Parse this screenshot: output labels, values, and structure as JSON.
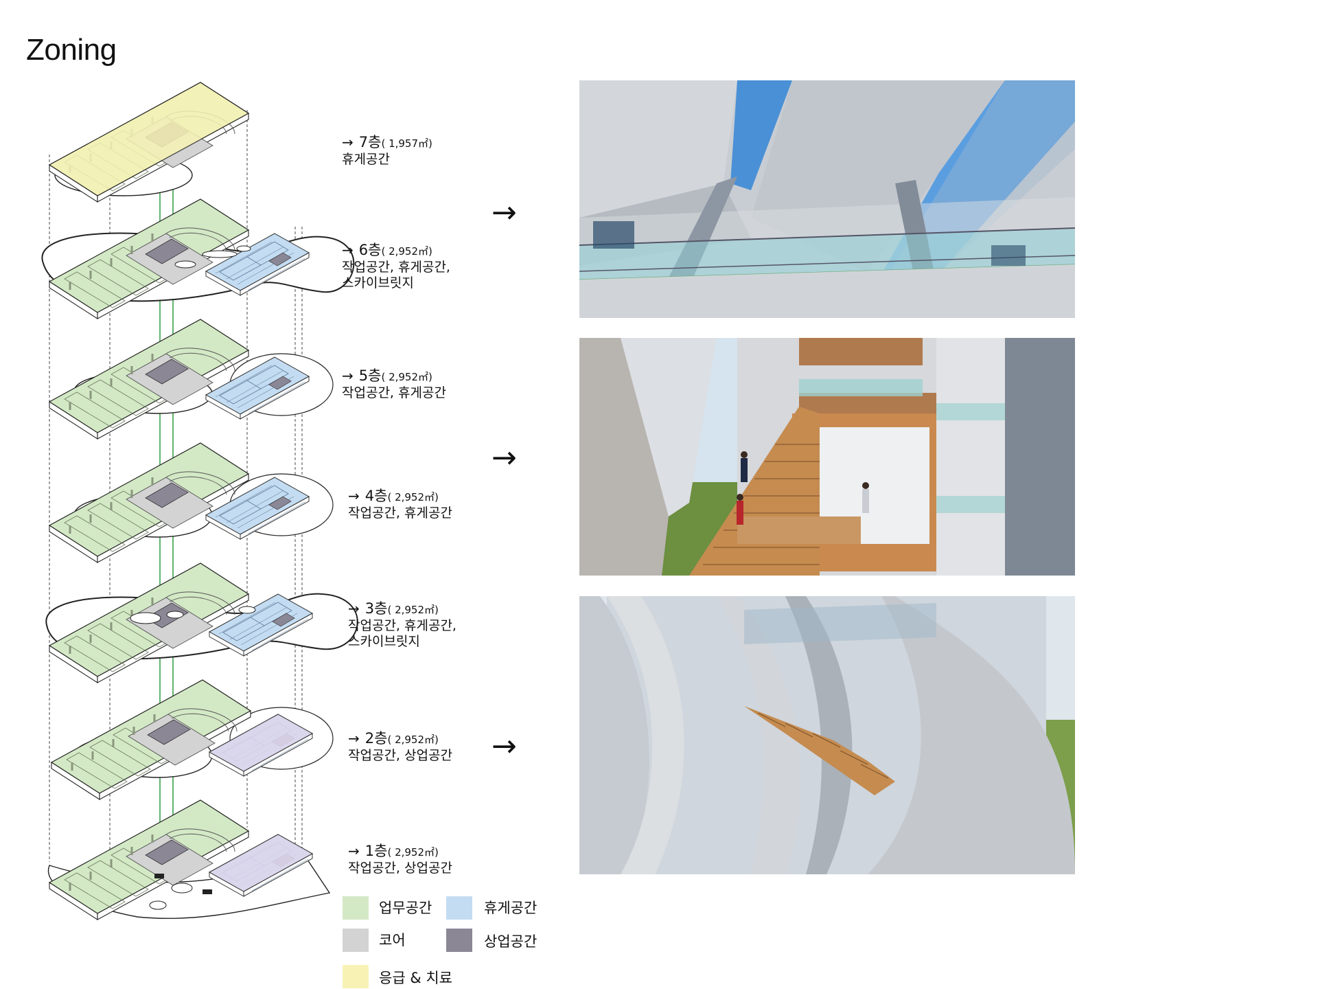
{
  "title": "Zoning",
  "colors": {
    "work": "#d3e9c5",
    "rest": "#c3dcf2",
    "core": "#d3d3d3",
    "commercial": "#8c8795",
    "emergency": "#f8f3b5",
    "commercial_light": "#ddd6ec"
  },
  "floors": [
    {
      "arrow": "→",
      "floor": "7층",
      "area": "( 1,957㎡)",
      "desc": "휴게공간"
    },
    {
      "arrow": "→",
      "floor": "6층",
      "area": "( 2,952㎡)",
      "desc": "작업공간, 휴게공간,",
      "desc2": "스카이브릿지"
    },
    {
      "arrow": "→",
      "floor": "5층",
      "area": "( 2,952㎡)",
      "desc": "작업공간, 휴게공간"
    },
    {
      "arrow": "→",
      "floor": "4층",
      "area": "( 2,952㎡)",
      "desc": "작업공간, 휴게공간"
    },
    {
      "arrow": "→",
      "floor": "3층",
      "area": "( 2,952㎡)",
      "desc": "작업공간, 휴게공간,",
      "desc2": "스카이브릿지"
    },
    {
      "arrow": "→",
      "floor": "2층",
      "area": "( 2,952㎡)",
      "desc": "작업공간, 상업공간"
    },
    {
      "arrow": "→",
      "floor": "1층",
      "area": "( 2,952㎡)",
      "desc": "작업공간, 상업공간"
    }
  ],
  "view_arrows": [
    "→",
    "→",
    "→"
  ],
  "legend": [
    {
      "label": "업무공간",
      "icon": "swatch-work"
    },
    {
      "label": "휴게공간",
      "icon": "swatch-rest"
    },
    {
      "label": "코어",
      "icon": "swatch-core"
    },
    {
      "label": "상업공간",
      "icon": "swatch-commercial"
    },
    {
      "label": "응급 & 치료",
      "icon": "swatch-emergency"
    }
  ]
}
